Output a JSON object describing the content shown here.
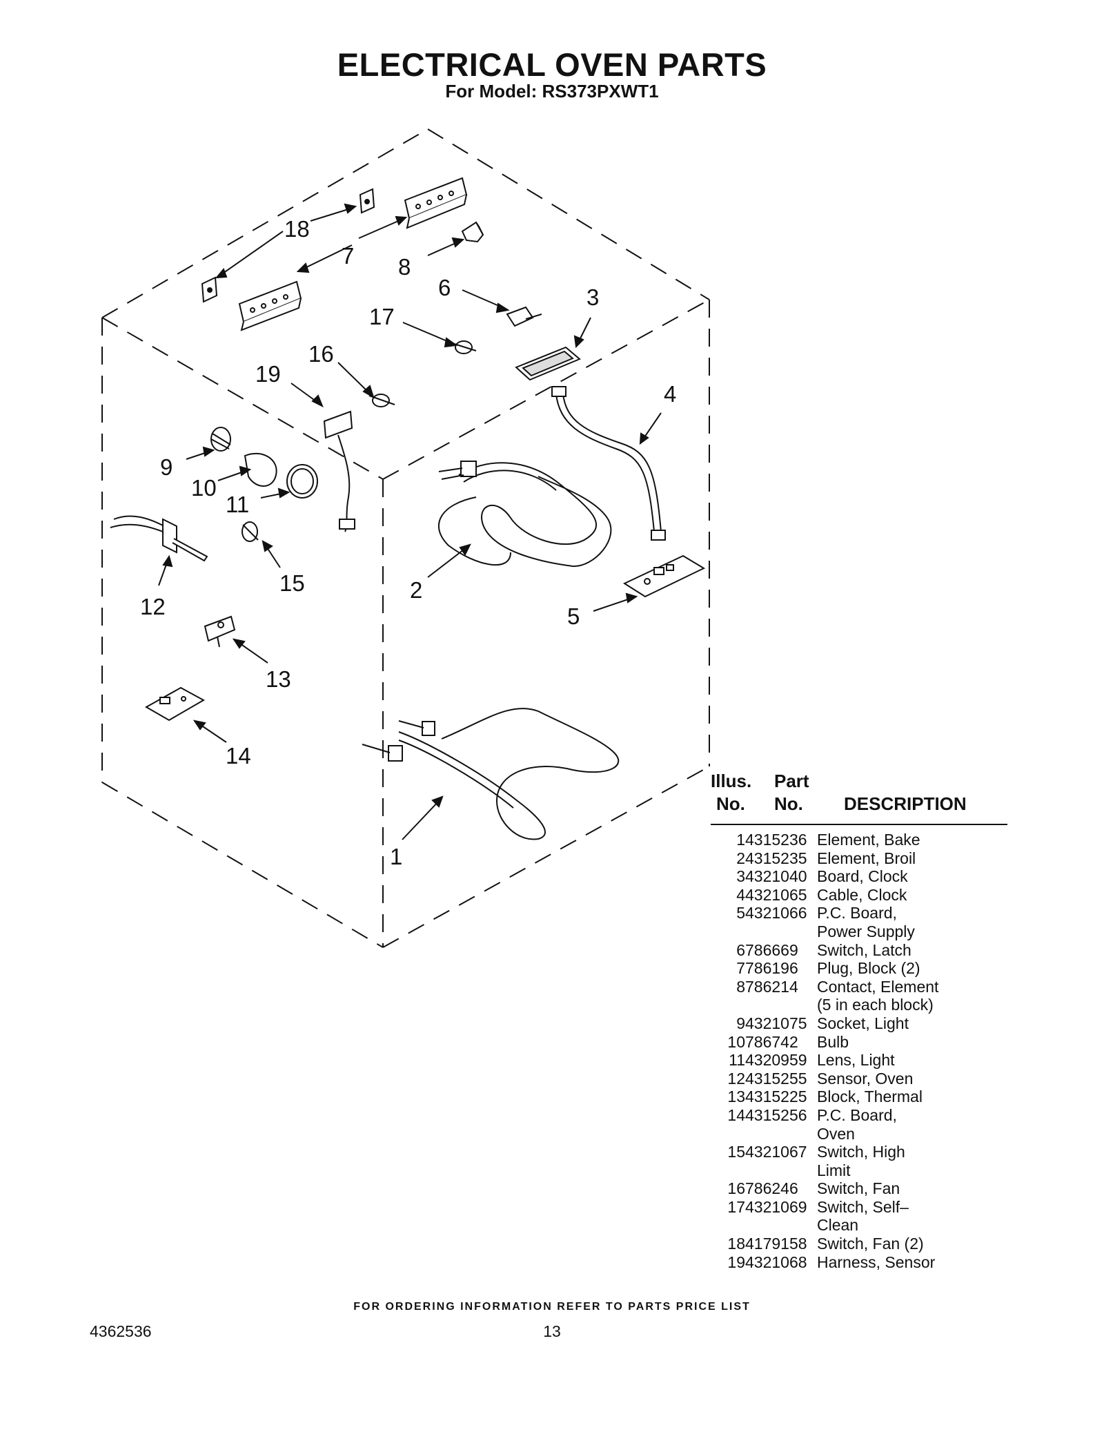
{
  "header": {
    "title": "ELECTRICAL OVEN PARTS",
    "subtitle": "For Model: RS373PXWT1"
  },
  "diagram": {
    "callouts": [
      "1",
      "2",
      "3",
      "4",
      "5",
      "6",
      "7",
      "8",
      "9",
      "10",
      "11",
      "12",
      "13",
      "14",
      "15",
      "16",
      "17",
      "18",
      "19"
    ]
  },
  "table": {
    "headers": {
      "illus_line1": "Illus.",
      "illus_line2": "No.",
      "part_line1": "Part",
      "part_line2": "No.",
      "description": "DESCRIPTION"
    },
    "rows": [
      {
        "illus": "1",
        "part": "4315236",
        "desc": "Element, Bake"
      },
      {
        "illus": "2",
        "part": "4315235",
        "desc": "Element, Broil"
      },
      {
        "illus": "3",
        "part": "4321040",
        "desc": "Board, Clock"
      },
      {
        "illus": "4",
        "part": "4321065",
        "desc": "Cable, Clock"
      },
      {
        "illus": "5",
        "part": "4321066",
        "desc": "P.C. Board,\nPower Supply"
      },
      {
        "illus": "6",
        "part": "786669",
        "desc": "Switch, Latch"
      },
      {
        "illus": "7",
        "part": "786196",
        "desc": "Plug, Block (2)"
      },
      {
        "illus": "8",
        "part": "786214",
        "desc": "Contact, Element\n(5 in each block)"
      },
      {
        "illus": "9",
        "part": "4321075",
        "desc": "Socket, Light"
      },
      {
        "illus": "10",
        "part": "786742",
        "desc": "Bulb"
      },
      {
        "illus": "11",
        "part": "4320959",
        "desc": "Lens, Light"
      },
      {
        "illus": "12",
        "part": "4315255",
        "desc": "Sensor, Oven"
      },
      {
        "illus": "13",
        "part": "4315225",
        "desc": "Block, Thermal"
      },
      {
        "illus": "14",
        "part": "4315256",
        "desc": "P.C. Board,\nOven"
      },
      {
        "illus": "15",
        "part": "4321067",
        "desc": "Switch, High\nLimit"
      },
      {
        "illus": "16",
        "part": "786246",
        "desc": "Switch, Fan"
      },
      {
        "illus": "17",
        "part": "4321069",
        "desc": "Switch, Self–\nClean"
      },
      {
        "illus": "18",
        "part": "4179158",
        "desc": "Switch, Fan (2)"
      },
      {
        "illus": "19",
        "part": "4321068",
        "desc": "Harness, Sensor"
      }
    ]
  },
  "footer": {
    "note": "FOR ORDERING INFORMATION REFER TO PARTS PRICE LIST",
    "doc_number": "4362536",
    "page_number": "13"
  }
}
